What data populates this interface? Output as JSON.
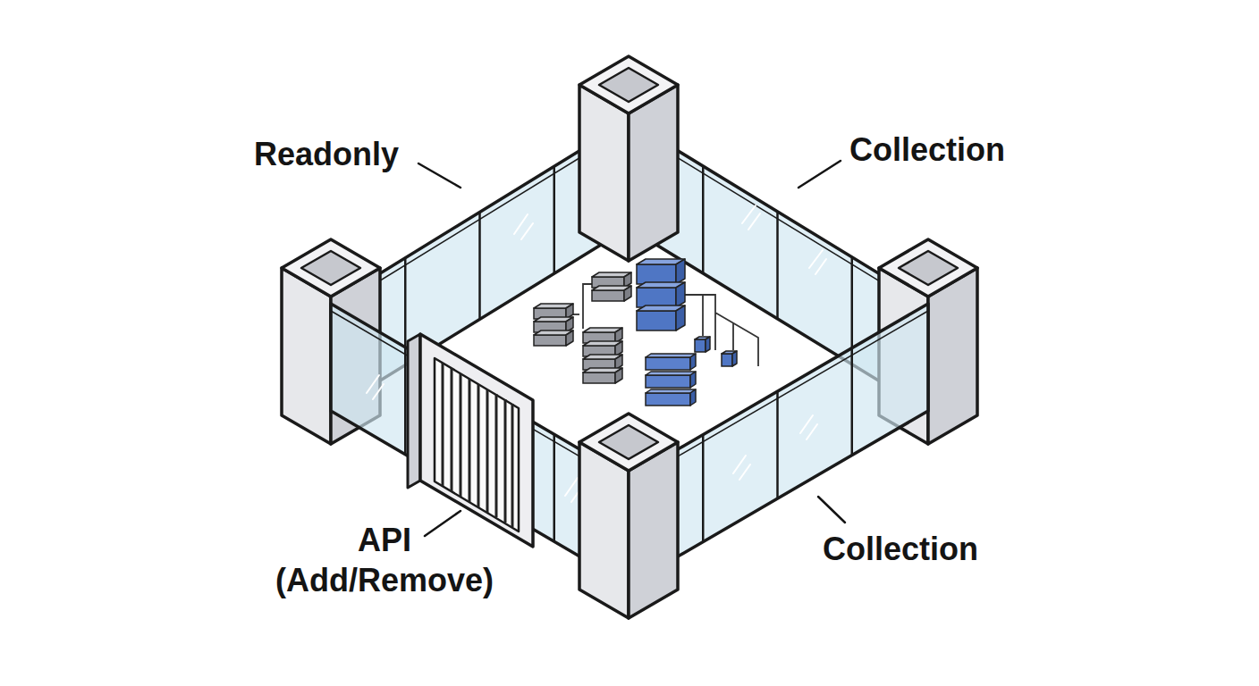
{
  "diagram": {
    "labels": [
      "Readonly",
      "Collection",
      "API (Add/Remove)",
      "Collection"
    ]
  }
}
